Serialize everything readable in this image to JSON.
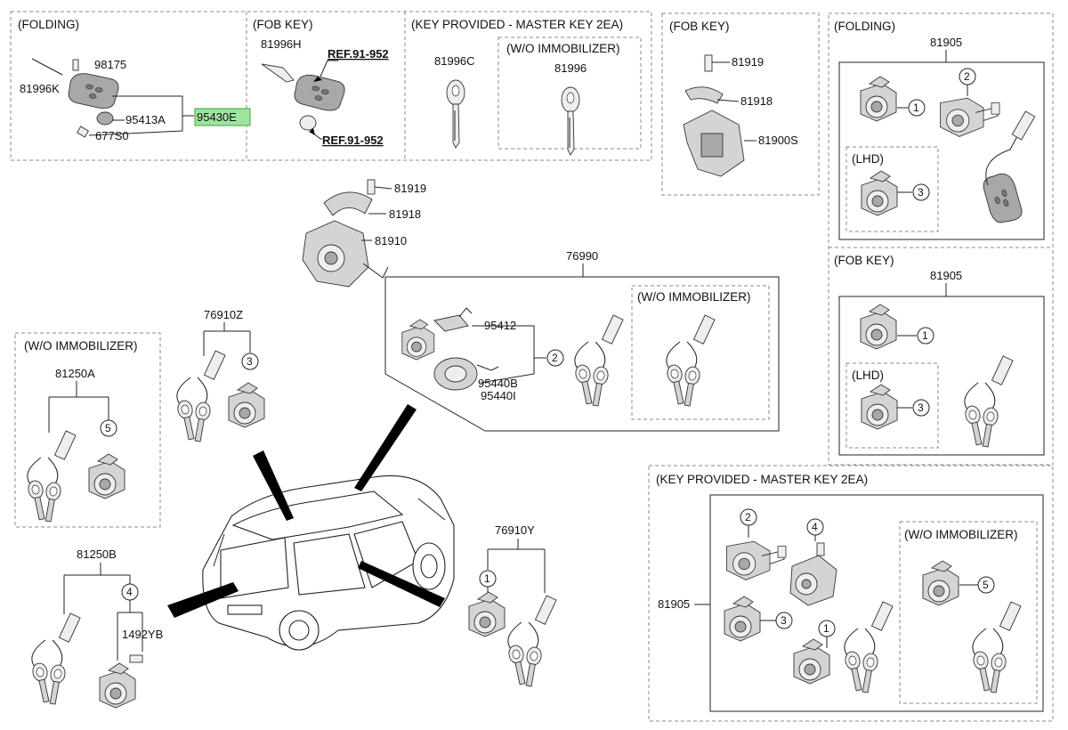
{
  "sections": {
    "folding_top": "(FOLDING)",
    "fob_key_top": "(FOB KEY)",
    "key_provided_top": "(KEY PROVIDED - MASTER KEY 2EA)",
    "wo_immobilizer_top": "(W/O IMMOBILIZER)",
    "fob_key_mid": "(FOB KEY)",
    "folding_right": "(FOLDING)",
    "lhd_folding": "(LHD)",
    "fob_key_right": "(FOB KEY)",
    "lhd_fob": "(LHD)",
    "key_provided_bottom": "(KEY PROVIDED - MASTER KEY 2EA)",
    "wo_immobilizer_bottom": "(W/O IMMOBILIZER)",
    "wo_immobilizer_76990": "(W/O IMMOBILIZER)",
    "wo_immobilizer_left": "(W/O IMMOBILIZER)"
  },
  "parts": {
    "p98175": "98175",
    "p81996K": "81996K",
    "p95413A": "95413A",
    "p677S0": "677S0",
    "p95430E": "95430E",
    "p81996H": "81996H",
    "ref1": "REF.91-952",
    "ref2": "REF.91-952",
    "p81996C": "81996C",
    "p81996": "81996",
    "p81919_a": "81919",
    "p81918_a": "81918",
    "p81900S": "81900S",
    "p81905_a": "81905",
    "p81905_b": "81905",
    "p81905_c": "81905",
    "p81919_b": "81919",
    "p81918_b": "81918",
    "p81910": "81910",
    "p76990": "76990",
    "p95412": "95412",
    "p95440B": "95440B",
    "p95440I": "95440I",
    "p76910Z": "76910Z",
    "p81250A": "81250A",
    "p81250B": "81250B",
    "p1492YB": "1492YB",
    "p76910Y": "76910Y"
  },
  "callouts": {
    "c1": "1",
    "c2": "2",
    "c3": "3",
    "c4": "4",
    "c5": "5"
  },
  "colors": {
    "highlight": "#9fe39f"
  }
}
